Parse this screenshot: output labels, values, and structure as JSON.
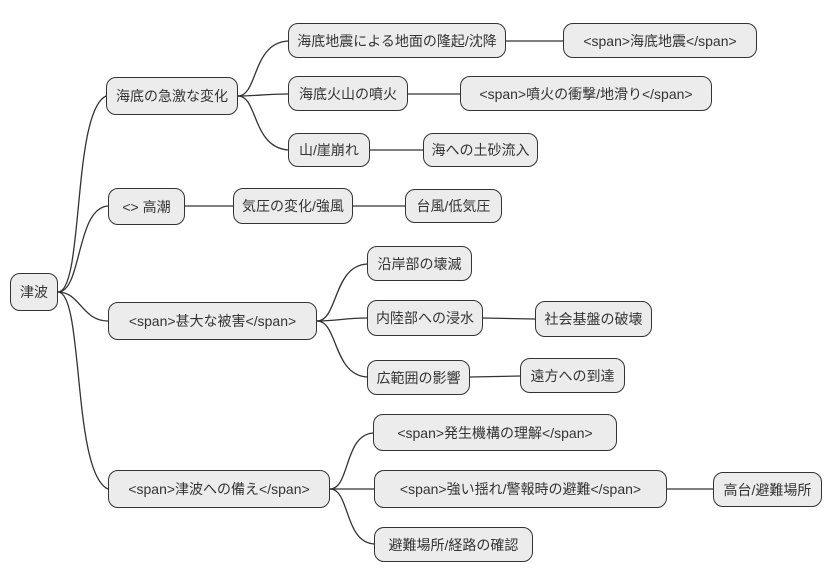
{
  "diagram_type": "mindmap",
  "colors": {
    "background": "#ffffff",
    "node_fill": "#ececec",
    "node_border": "#333333",
    "edge": "#333333",
    "text": "#333333"
  },
  "mindmap": {
    "root": {
      "label": "津波",
      "children": [
        {
          "label": "海底の急激な変化",
          "children": [
            {
              "label": "海底地震による地面の隆起/沈降",
              "children": [
                {
                  "label": "<span>海底地震</span>"
                }
              ]
            },
            {
              "label": "海底火山の噴火",
              "children": [
                {
                  "label": "<span>噴火の衝撃/地滑り</span>"
                }
              ]
            },
            {
              "label": "山/崖崩れ",
              "children": [
                {
                  "label": "海への土砂流入"
                }
              ]
            }
          ]
        },
        {
          "label": "<> 高潮",
          "children": [
            {
              "label": "気圧の変化/強風",
              "children": [
                {
                  "label": "台風/低気圧"
                }
              ]
            }
          ]
        },
        {
          "label": "<span>甚大な被害</span>",
          "children": [
            {
              "label": "沿岸部の壊滅"
            },
            {
              "label": "内陸部への浸水",
              "children": [
                {
                  "label": "社会基盤の破壊"
                }
              ]
            },
            {
              "label": "広範囲の影響",
              "children": [
                {
                  "label": "遠方への到達"
                }
              ]
            }
          ]
        },
        {
          "label": "<span>津波への備え</span>",
          "children": [
            {
              "label": "<span>発生機構の理解</span>"
            },
            {
              "label": "<span>強い揺れ/警報時の避難</span>",
              "children": [
                {
                  "label": "高台/避難場所"
                }
              ]
            },
            {
              "label": "避難場所/経路の確認"
            }
          ]
        }
      ]
    }
  }
}
